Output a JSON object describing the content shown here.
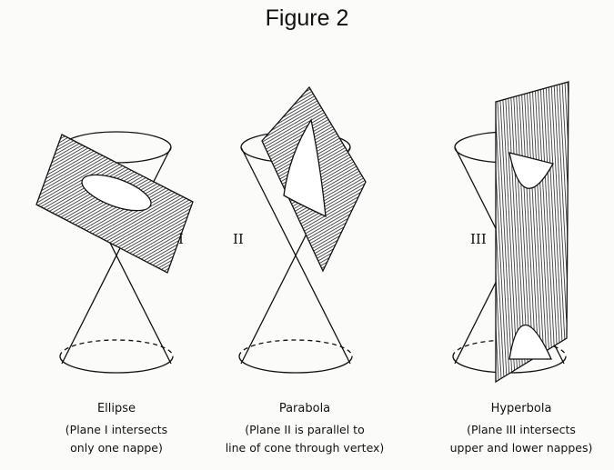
{
  "title": "Figure 2",
  "panels": [
    {
      "label": "I",
      "name": "Ellipse",
      "caption_line1": "(Plane I intersects",
      "caption_line2": "only one nappe)"
    },
    {
      "label": "II",
      "name": "Parabola",
      "caption_line1": "(Plane II is parallel to",
      "caption_line2": "line of cone through vertex)"
    },
    {
      "label": "III",
      "name": "Hyperbola",
      "caption_line1": "(Plane III intersects",
      "caption_line2": "upper and lower nappes)"
    }
  ]
}
